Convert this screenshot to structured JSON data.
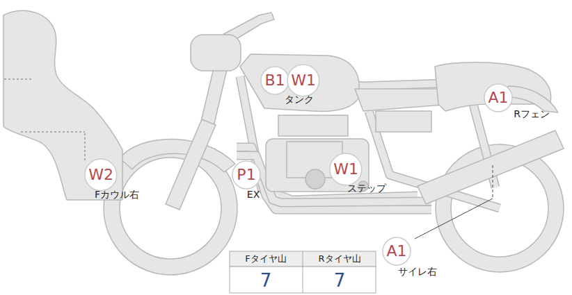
{
  "diagram": {
    "nodes": [
      {
        "text": [
          "B1"
        ]
      },
      {
        "text": [
          "W1"
        ]
      },
      {
        "text": [
          "W2"
        ]
      },
      {
        "text": [
          "P1"
        ]
      },
      {
        "text": [
          "W1"
        ]
      },
      {
        "text": [
          "A1"
        ]
      },
      {
        "text": [
          "A1"
        ]
      }
    ],
    "labels": [
      "タンク",
      "Fカウル右",
      "EX",
      "ステップ",
      "Rフェン",
      "サイレ右",
      "Fタイヤ山",
      "Rタイヤ山",
      "7",
      "7"
    ]
  }
}
